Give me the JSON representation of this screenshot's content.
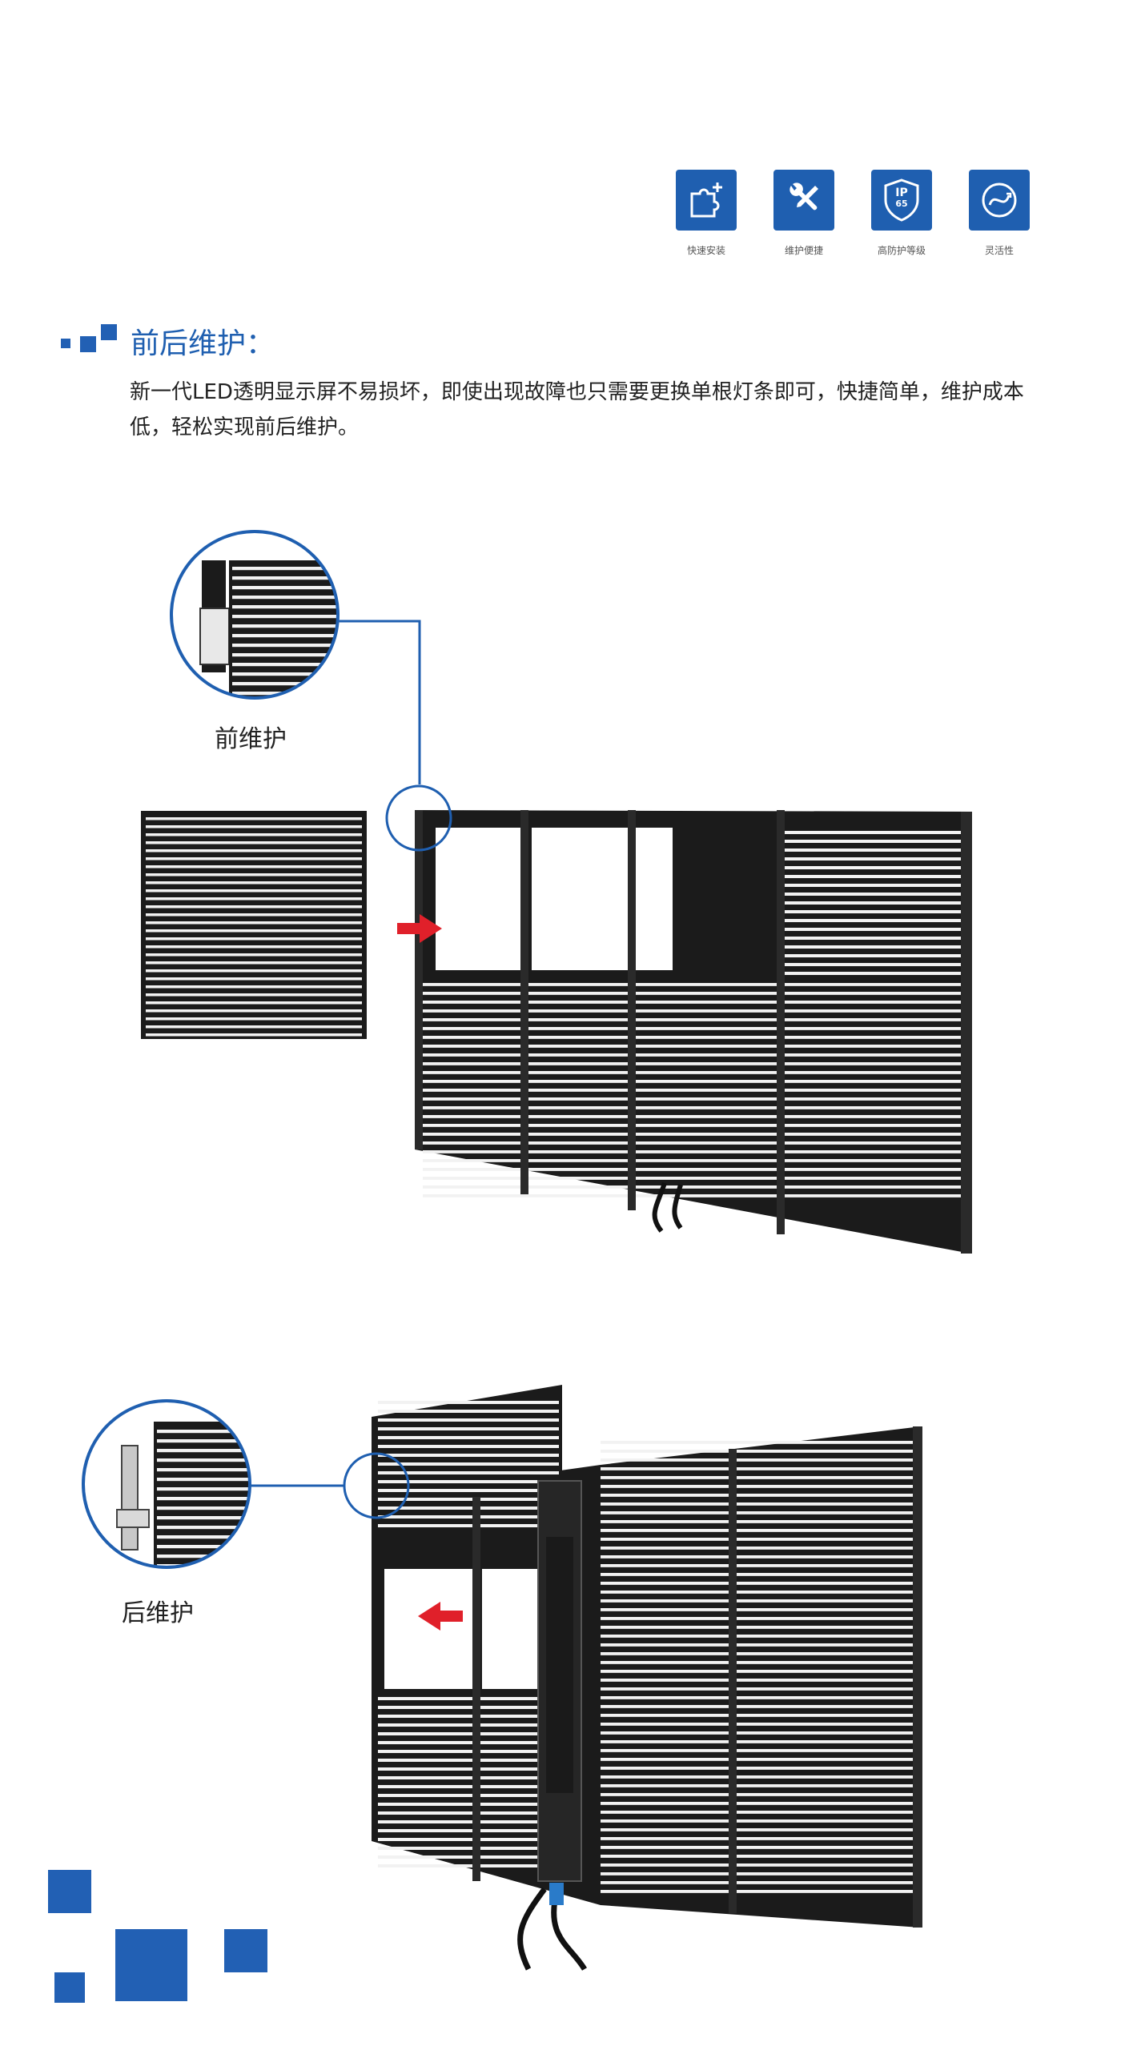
{
  "features": [
    {
      "label": "快速安装",
      "icon": "puzzle-plus-icon"
    },
    {
      "label": "维护便捷",
      "icon": "wrench-screwdriver-icon"
    },
    {
      "label": "高防护等级",
      "icon": "shield-ip65-icon",
      "badge_top": "IP",
      "badge_bottom": "65"
    },
    {
      "label": "灵活性",
      "icon": "flex-curve-icon"
    }
  ],
  "section": {
    "title": "前后维护：",
    "description": "新一代LED透明显示屏不易损坏，即使出现故障也只需要更换单根灯条即可，快捷简单，维护成本低，轻松实现前后维护。"
  },
  "front_figure": {
    "caption": "前维护"
  },
  "rear_figure": {
    "caption": "后维护"
  },
  "colors": {
    "brand_blue": "#1f5fb0",
    "arrow_red": "#e0202a",
    "panel_black": "#1b1b1b"
  }
}
